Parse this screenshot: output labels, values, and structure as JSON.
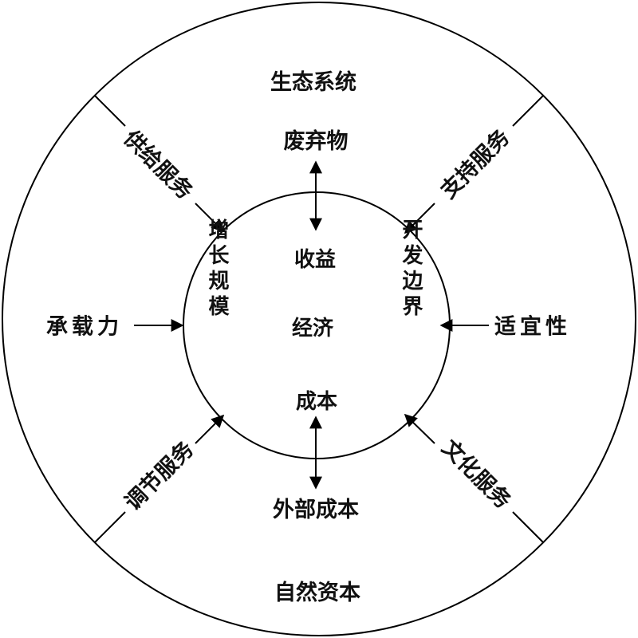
{
  "outer": {
    "top": "生态系统",
    "bottom": "自然资本"
  },
  "services": {
    "provisioning": "供给服务",
    "supporting": "支持服务",
    "regulating": "调节服务",
    "cultural": "文化服务"
  },
  "inputs": {
    "left": "承载力",
    "right": "适宜性",
    "top": "废弃物",
    "bottom": "外部成本"
  },
  "inner": {
    "center": "经济",
    "top": "收益",
    "bottom": "成本",
    "left": "增长规模",
    "right": "开发边界"
  },
  "colors": {
    "stroke": "#000000",
    "text": "#111111",
    "background": "#ffffff"
  }
}
